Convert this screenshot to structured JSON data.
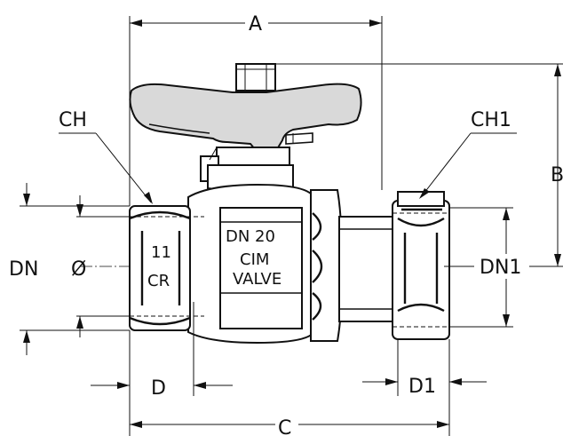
{
  "labels": {
    "dim_a": "A",
    "dim_b": "B",
    "dim_c": "C",
    "dim_d": "D",
    "dim_d1": "D1",
    "dim_dn": "DN",
    "dim_dn1": "DN1",
    "dim_diameter": "Ø",
    "wrench_ch": "CH",
    "wrench_ch1": "CH1"
  },
  "body_marking": {
    "dn_line": "DN  20",
    "brand_logo": "CIM",
    "brand_word": "VALVE",
    "nut_number": "11",
    "nut_logo": "CR"
  },
  "colors": {
    "line": "#111111",
    "handle_fill": "#d9d9d9",
    "background": "#ffffff"
  }
}
